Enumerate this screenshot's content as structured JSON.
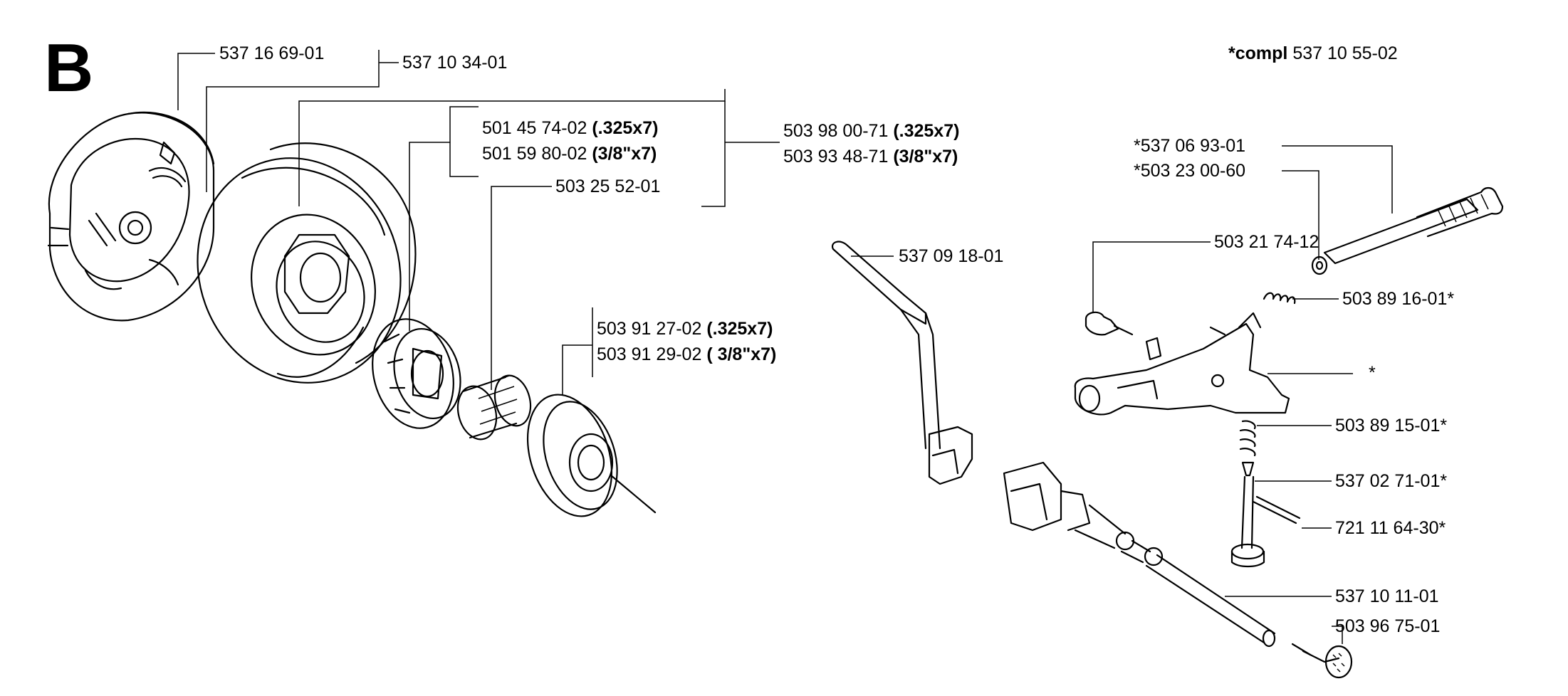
{
  "section_letter": "B",
  "compl_note": {
    "prefix": "*compl",
    "number": "537 10 55-02"
  },
  "labels": {
    "l_537_16_69": "537 16 69-01",
    "l_537_10_34": "537 10 34-01",
    "l_501_45_74": {
      "number": "501 45 74-02",
      "spec": "(.325x7)"
    },
    "l_501_59_80": {
      "number": "501 59 80-02",
      "spec": "(3/8\"x7)"
    },
    "l_503_98_00": {
      "number": "503 98 00-71",
      "spec": "(.325x7)"
    },
    "l_503_93_48": {
      "number": "503 93 48-71",
      "spec": "(3/8\"x7)"
    },
    "l_503_25_52": "503 25 52-01",
    "l_503_91_27": {
      "number": "503 91 27-02",
      "spec": "(.325x7)"
    },
    "l_503_91_29": {
      "number": "503 91 29-02",
      "spec": "( 3/8\"x7)"
    },
    "l_537_09_18": "537 09 18-01",
    "l_537_06_93": "*537 06 93-01",
    "l_503_23_00": "*503 23 00-60",
    "l_503_21_74": "503 21 74-12",
    "l_503_89_16": "503 89 16-01*",
    "l_star": "*",
    "l_503_89_15": "503 89 15-01*",
    "l_537_02_71": "537 02 71-01*",
    "l_721_11_64": "721 11 64-30*",
    "l_537_10_11": "537 10 11-01",
    "l_503_96_75": "503 96 75-01"
  }
}
